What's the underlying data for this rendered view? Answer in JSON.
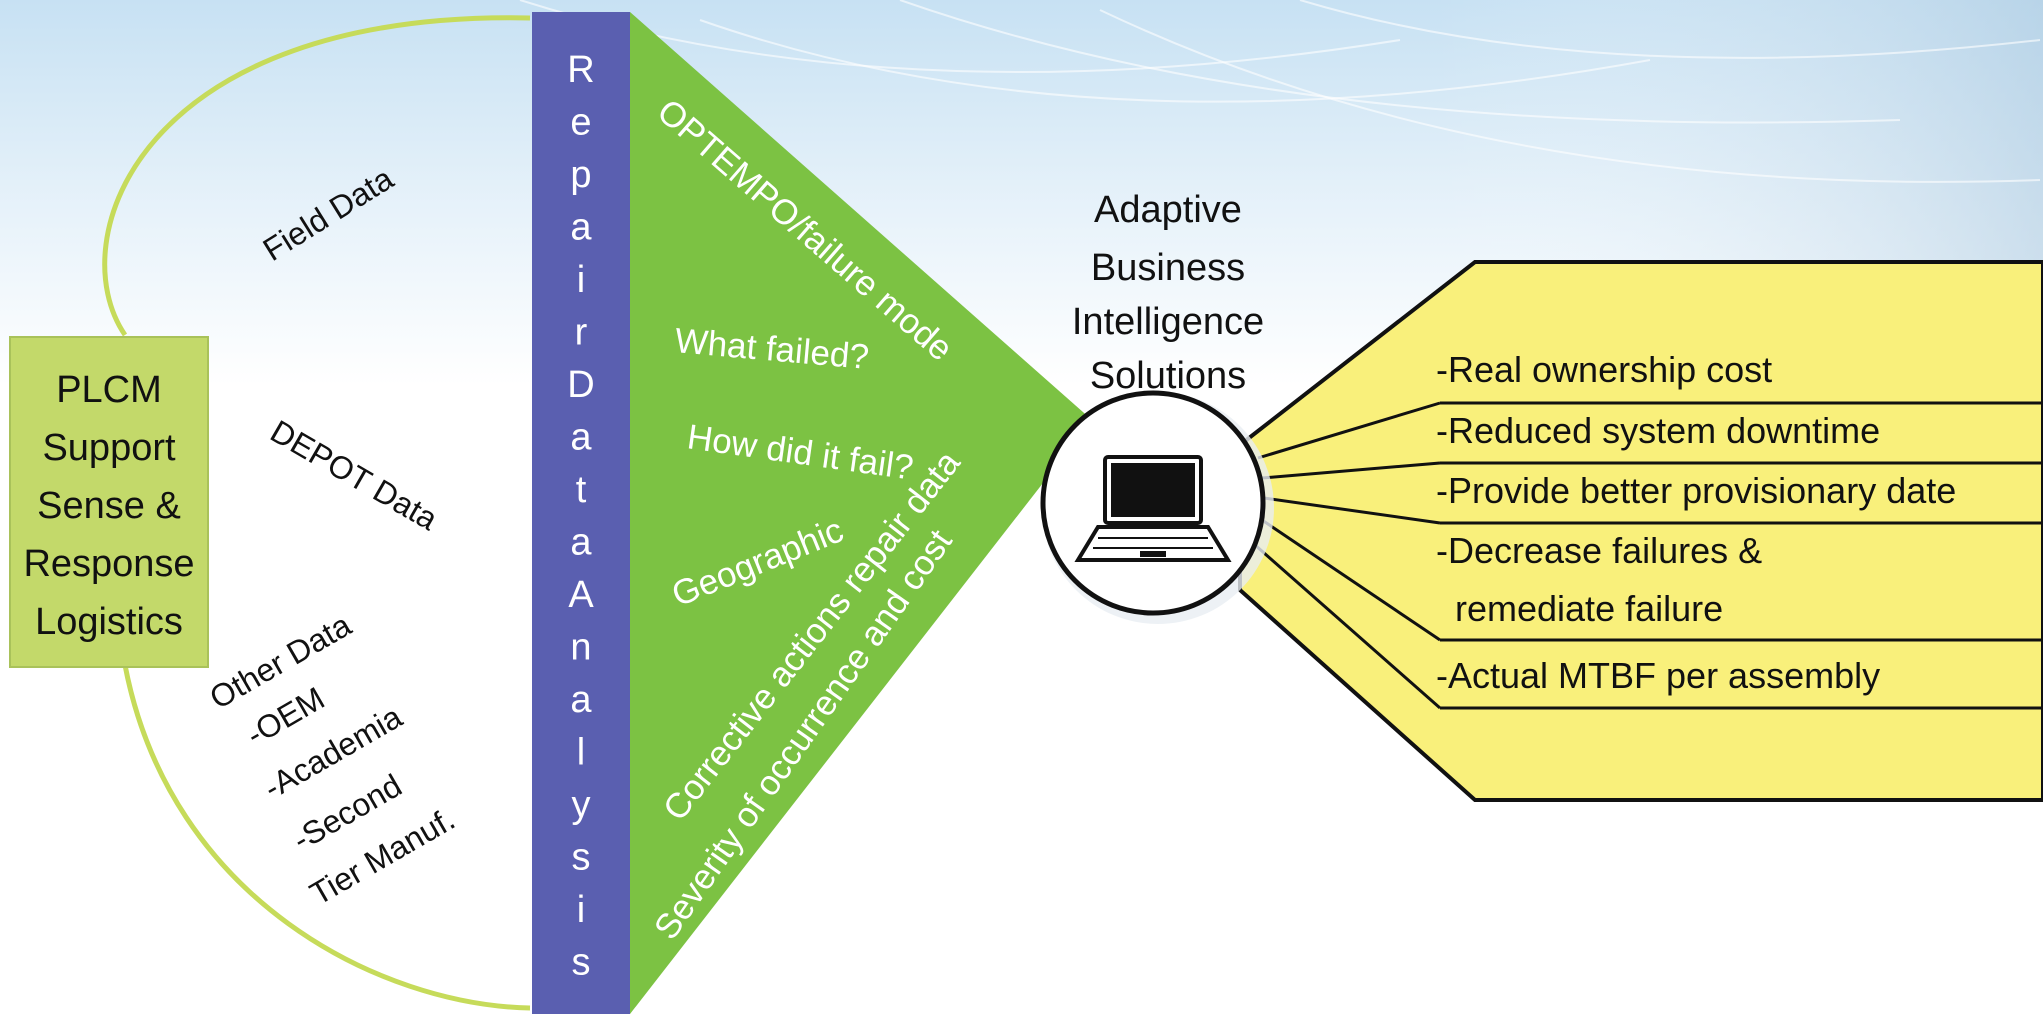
{
  "left_box": {
    "lines": [
      "PLCM",
      "Support",
      "Sense &",
      "Response",
      "Logistics"
    ]
  },
  "data_sources": {
    "field": "Field Data",
    "depot": "DEPOT Data",
    "other": [
      "Other Data",
      "-OEM",
      "-Academia",
      "-Second",
      "Tier Manuf."
    ]
  },
  "center_bar": {
    "letters": [
      "R",
      "e",
      "p",
      "a",
      "i",
      "r",
      "D",
      "a",
      "t",
      "a",
      "A",
      "n",
      "a",
      "l",
      "y",
      "s",
      "i",
      "s"
    ]
  },
  "triangle_items": {
    "optempo": "OPTEMPO/failure mode",
    "what": "What failed?",
    "how": "How did it fail?",
    "geo": "Geographic",
    "corrective": "Corrective actions repair data",
    "severity": "Severity of occurrence and cost"
  },
  "solutions_title": [
    "Adaptive",
    "Business",
    "Intelligence",
    "Solutions"
  ],
  "benefits": [
    "-Real ownership cost",
    "-Reduced system downtime",
    "-Provide better provisionary date",
    "-Decrease failures &",
    "remediate failure",
    "-Actual MTBF per assembly"
  ],
  "colors": {
    "bar": "#5a5fb0",
    "triangle": "#7cc243",
    "left_box": "#c3d96a",
    "yellow": "#f9f07b",
    "arc": "#c6db5a"
  },
  "icon": "laptop-icon"
}
